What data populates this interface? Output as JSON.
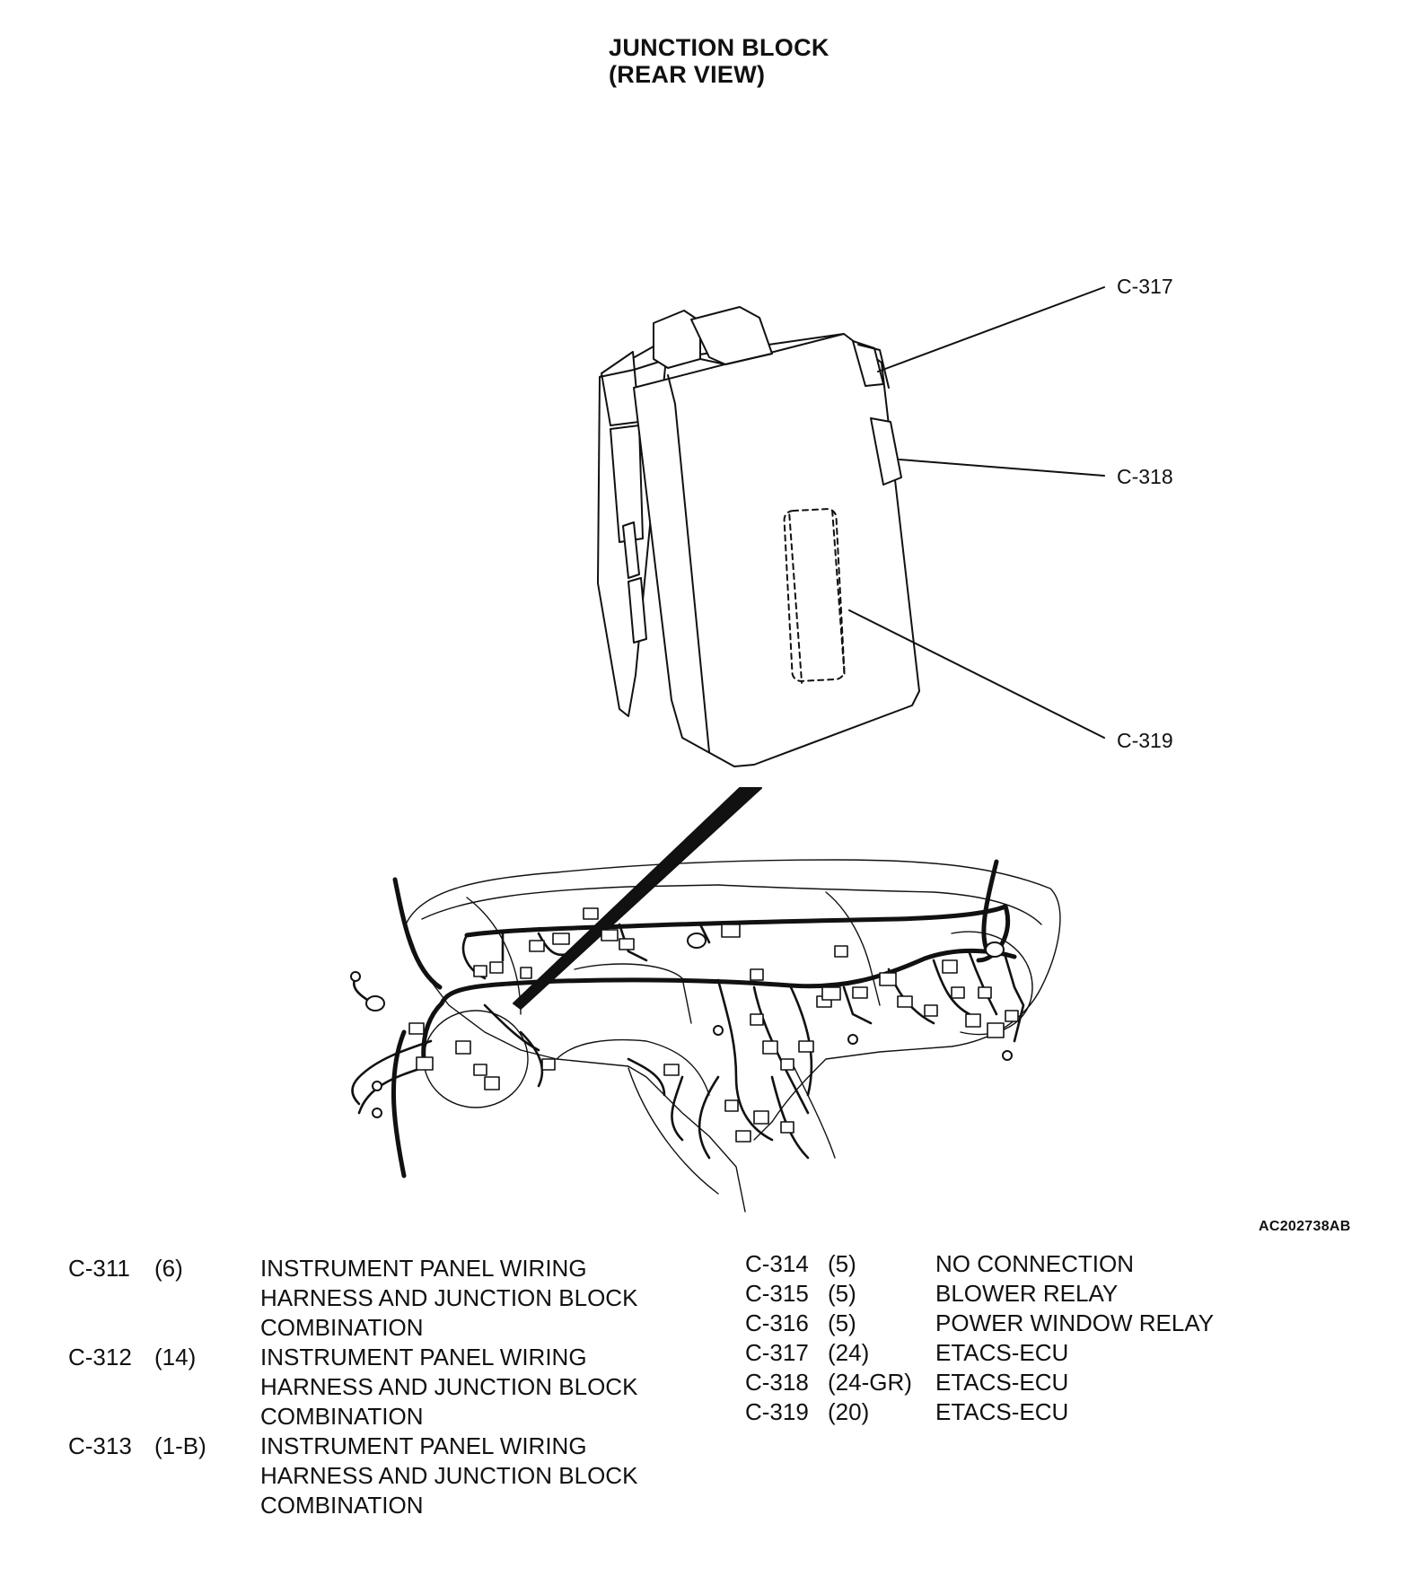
{
  "title": {
    "line1": "JUNCTION BLOCK",
    "line2": "(REAR VIEW)"
  },
  "callouts": [
    {
      "id": "C-317"
    },
    {
      "id": "C-318"
    },
    {
      "id": "C-319"
    }
  ],
  "figure_id": "AC202738AB",
  "legend": {
    "left": [
      {
        "id": "C-311",
        "pins": "(6)",
        "description": "INSTRUMENT PANEL WIRING HARNESS AND JUNCTION BLOCK COMBINATION"
      },
      {
        "id": "C-312",
        "pins": "(14)",
        "description": "INSTRUMENT PANEL WIRING HARNESS AND JUNCTION BLOCK COMBINATION"
      },
      {
        "id": "C-313",
        "pins": "(1-B)",
        "description": "INSTRUMENT PANEL WIRING HARNESS AND JUNCTION BLOCK COMBINATION"
      }
    ],
    "right": [
      {
        "id": "C-314",
        "pins": "(5)",
        "description": "NO CONNECTION"
      },
      {
        "id": "C-315",
        "pins": "(5)",
        "description": "BLOWER RELAY"
      },
      {
        "id": "C-316",
        "pins": "(5)",
        "description": "POWER WINDOW RELAY"
      },
      {
        "id": "C-317",
        "pins": "(24)",
        "description": "ETACS-ECU"
      },
      {
        "id": "C-318",
        "pins": "(24-GR)",
        "description": "ETACS-ECU"
      },
      {
        "id": "C-319",
        "pins": "(20)",
        "description": "ETACS-ECU"
      }
    ]
  }
}
